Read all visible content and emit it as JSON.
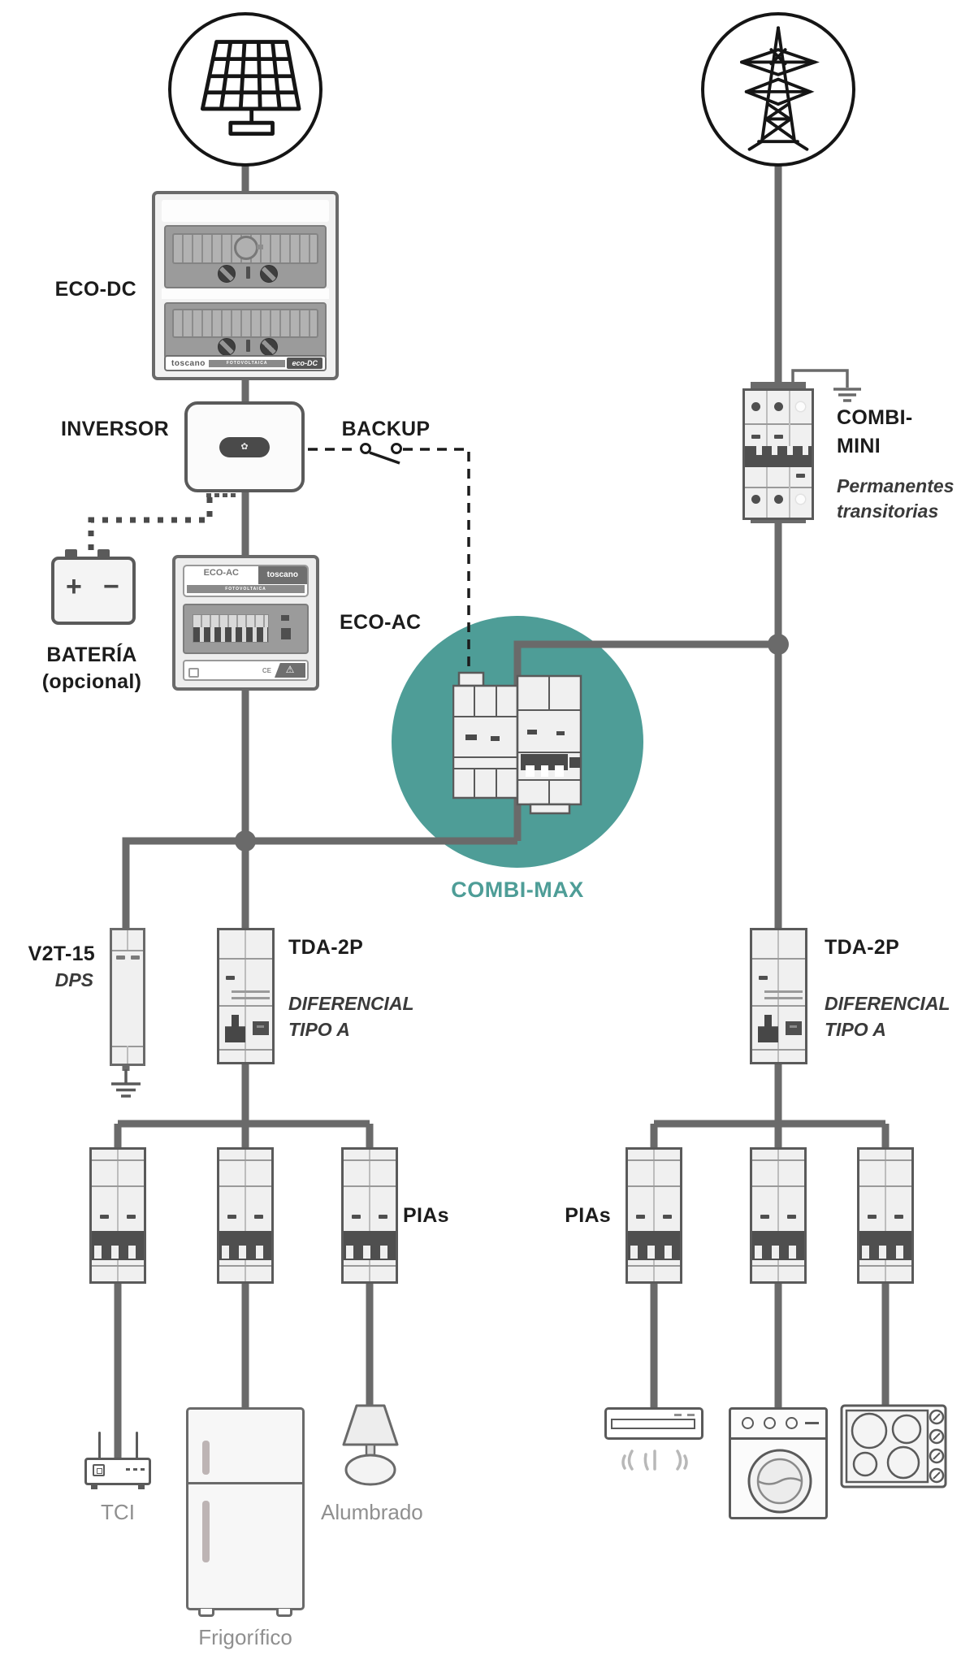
{
  "palette": {
    "teal": "#4E9D97",
    "wire_gray": "#6a6a6a",
    "ink": "#1c1c1c",
    "muted_gray": "#8f8f8f"
  },
  "icons": {
    "warning_glyph": "⚠",
    "inverter_logo_glyph": "✿",
    "battery_plus": "+",
    "battery_minus": "−"
  },
  "solar_branch": {
    "eco_dc": {
      "label": "ECO-DC",
      "brand": "toscano",
      "brand_line": "FOTOVOLTAICA",
      "badge": "eco-DC"
    },
    "inversor": {
      "label": "INVERSOR"
    },
    "backup": {
      "label": "BACKUP"
    },
    "bateria": {
      "line1": "BATERÍA",
      "line2": "(opcional)"
    },
    "eco_ac": {
      "label": "ECO-AC",
      "panel_name": "ECO-AC",
      "brand": "toscano",
      "brand_line": "FOTOVOLTAICA",
      "ce_mark": "CE"
    },
    "v2t": {
      "label": "V2T-15",
      "type": "DPS"
    },
    "tda": {
      "label": "TDA-2P",
      "type_line1": "DIFERENCIAL",
      "type_line2": "TIPO A"
    },
    "pias_label": "PIAs",
    "loads": {
      "tci": "TCI",
      "frigorifico": "Frigorífico",
      "alumbrado": "Alumbrado"
    }
  },
  "combi_max": {
    "label": "COMBI-MAX"
  },
  "grid_branch": {
    "combi_mini": {
      "line1": "COMBI-",
      "line2": "MINI",
      "type_line1": "Permanentes",
      "type_line2": "transitorias"
    },
    "tda": {
      "label": "TDA-2P",
      "type_line1": "DIFERENCIAL",
      "type_line2": "TIPO A"
    },
    "pias_label": "PIAs"
  }
}
